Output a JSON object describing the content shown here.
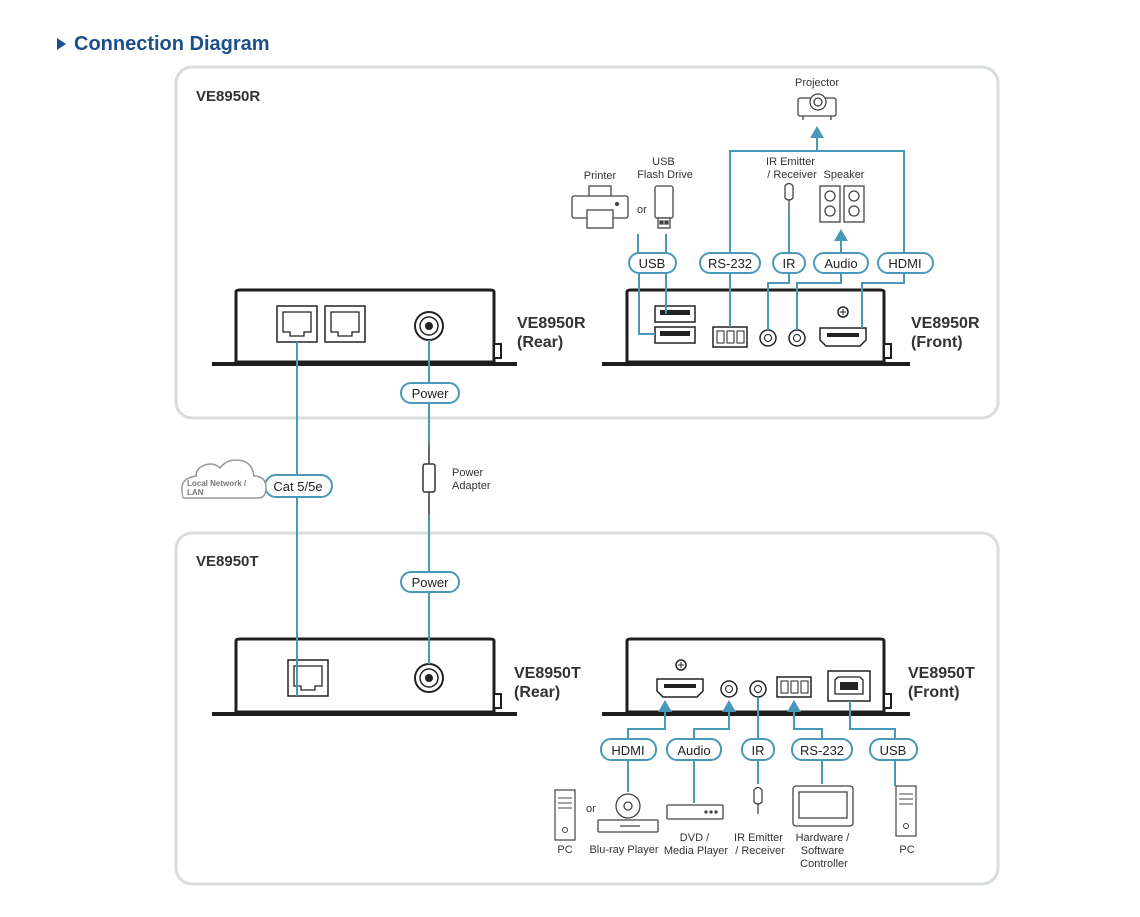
{
  "header": {
    "title": "Connection Diagram"
  },
  "receiver": {
    "panel_label": "VE8950R",
    "rear_label": [
      "VE8950R",
      "(Rear)"
    ],
    "front_label": [
      "VE8950R",
      "(Front)"
    ],
    "ports": {
      "usb": "USB",
      "rs232": "RS-232",
      "ir": "IR",
      "audio": "Audio",
      "hdmi": "HDMI",
      "power": "Power"
    },
    "devices": {
      "printer": "Printer",
      "or": "or",
      "usb_flash": [
        "USB",
        "Flash Drive"
      ],
      "ir_emitter": [
        "IR Emitter",
        "/ Receiver"
      ],
      "speaker": "Speaker",
      "projector": "Projector"
    }
  },
  "middle": {
    "cable": "Cat 5/5e",
    "cloud": [
      "Local Network /",
      "LAN"
    ],
    "power_adapter": [
      "Power",
      "Adapter"
    ]
  },
  "transmitter": {
    "panel_label": "VE8950T",
    "rear_label": [
      "VE8950T",
      "(Rear)"
    ],
    "front_label": [
      "VE8950T",
      "(Front)"
    ],
    "ports": {
      "hdmi": "HDMI",
      "audio": "Audio",
      "ir": "IR",
      "rs232": "RS-232",
      "usb": "USB",
      "power": "Power"
    },
    "devices": {
      "pc_left": "PC",
      "or": "or",
      "bluray": "Blu-ray Player",
      "dvd": [
        "DVD /",
        "Media Player"
      ],
      "ir_emitter": [
        "IR Emitter",
        "/ Receiver"
      ],
      "controller": [
        "Hardware /",
        "Software",
        "Controller"
      ],
      "pc_right": "PC"
    }
  },
  "colors": {
    "cable": "#4a98b8",
    "title": "#1d4f8c",
    "panel_border": "#d8dcdc",
    "device_dark": "#1e1e1e"
  }
}
